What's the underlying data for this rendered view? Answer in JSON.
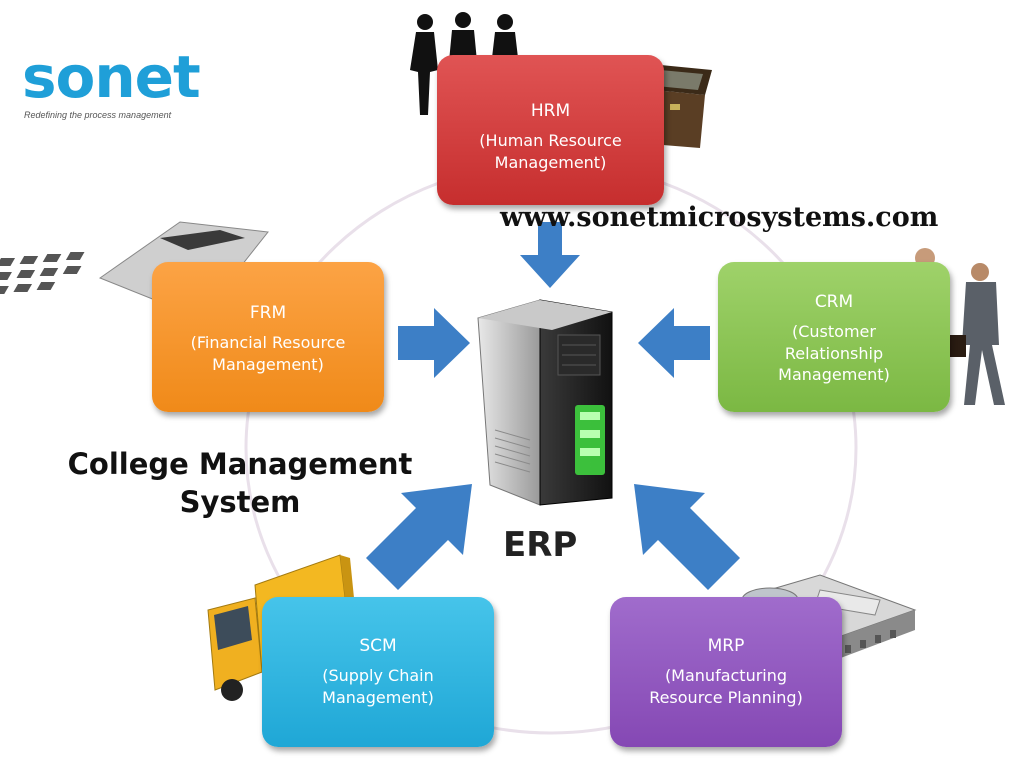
{
  "logo": {
    "word": "sonet",
    "tagline": "Redefining the process management"
  },
  "website": "www.sonetmicrosystems.com",
  "cms_title": "College Management\nSystem",
  "center": {
    "label": "ERP"
  },
  "modules": {
    "hrm": {
      "abbr": "HRM",
      "full": "(Human Resource\nManagement)"
    },
    "frm": {
      "abbr": "FRM",
      "full": "(Financial Resource\nManagement)"
    },
    "crm": {
      "abbr": "CRM",
      "full": "(Customer\nRelationship\nManagement)"
    },
    "scm": {
      "abbr": "SCM",
      "full": "(Supply Chain\nManagement)"
    },
    "mrp": {
      "abbr": "MRP",
      "full": "(Manufacturing\nResource Planning)"
    }
  },
  "colors": {
    "logo": "#1f9fd8",
    "hrm": "#d23c3c",
    "frm": "#f5921f",
    "crm": "#8cc152",
    "scm": "#29b3e0",
    "mrp": "#8e55bd",
    "arrow": "#3d7fc6"
  },
  "icons": [
    "people-silhouette-icon",
    "briefcase-icon",
    "calculator-icon",
    "businessmen-icon",
    "truck-icon",
    "factory-icon",
    "server-icon",
    "arrow-icon"
  ]
}
